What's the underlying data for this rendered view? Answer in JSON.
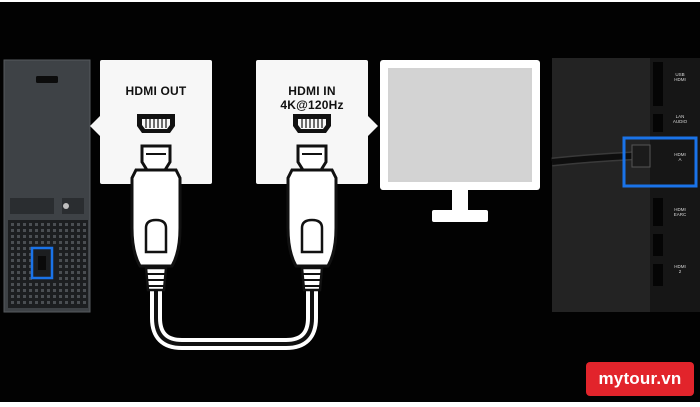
{
  "cards": {
    "out_label": "HDMI OUT",
    "in_label": "HDMI IN 4K@120Hz"
  },
  "tv_ports": {
    "labels": [
      "USB\nHDMI",
      "LAN\nAUDIO",
      "HDMI\nA",
      "HDMI\nEARC",
      "HDMI\n2"
    ]
  },
  "watermark": {
    "text": "mytour.vn"
  },
  "colors": {
    "background": "#020202",
    "highlight": "#1a73e8",
    "card": "#f7f7f7",
    "brand": "#e2242b"
  }
}
